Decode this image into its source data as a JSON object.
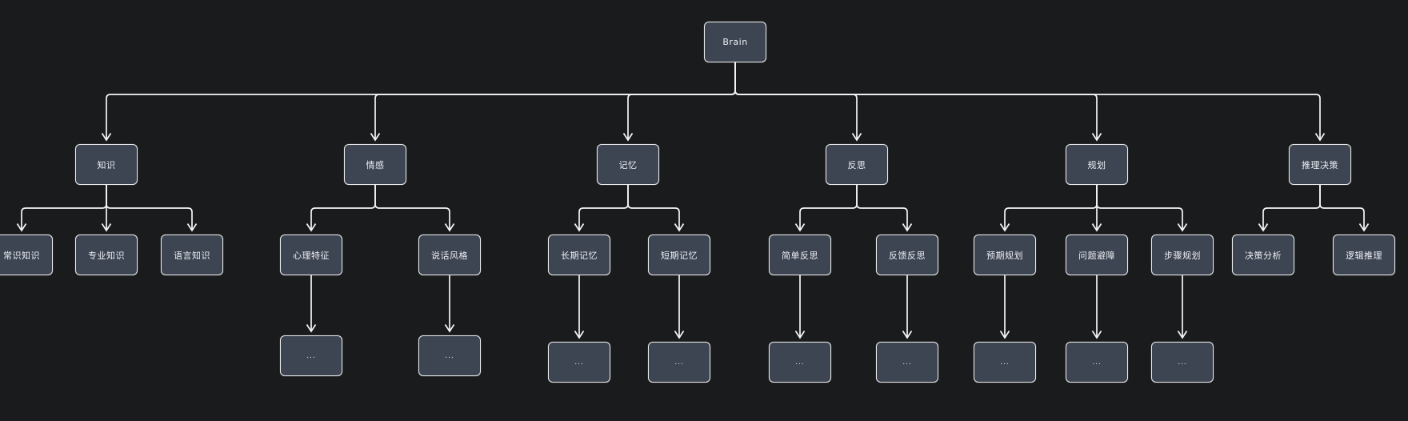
{
  "canvas": {
    "background": "#1a1b1c",
    "node_fill": "#3d4452",
    "node_border": "#ebebeb",
    "node_text_color": "#eceff4",
    "edge_color": "#f5f5f5"
  },
  "tree": {
    "label": "Brain",
    "children": [
      {
        "label": "知识",
        "children": [
          {
            "label": "常识知识",
            "children": []
          },
          {
            "label": "专业知识",
            "children": []
          },
          {
            "label": "语言知识",
            "children": []
          }
        ]
      },
      {
        "label": "情感",
        "children": [
          {
            "label": "心理特征",
            "children": [
              {
                "label": "...",
                "children": []
              }
            ]
          },
          {
            "label": "说话风格",
            "children": [
              {
                "label": "...",
                "children": []
              }
            ]
          }
        ]
      },
      {
        "label": "记忆",
        "children": [
          {
            "label": "长期记忆",
            "children": [
              {
                "label": "...",
                "children": []
              }
            ]
          },
          {
            "label": "短期记忆",
            "children": [
              {
                "label": "...",
                "children": []
              }
            ]
          }
        ]
      },
      {
        "label": "反思",
        "children": [
          {
            "label": "简单反思",
            "children": [
              {
                "label": "...",
                "children": []
              }
            ]
          },
          {
            "label": "反馈反思",
            "children": [
              {
                "label": "...",
                "children": []
              }
            ]
          }
        ]
      },
      {
        "label": "规划",
        "children": [
          {
            "label": "预期规划",
            "children": [
              {
                "label": "...",
                "children": []
              }
            ]
          },
          {
            "label": "问题避障",
            "children": [
              {
                "label": "...",
                "children": []
              }
            ]
          },
          {
            "label": "步骤规划",
            "children": [
              {
                "label": "...",
                "children": []
              }
            ]
          }
        ]
      },
      {
        "label": "推理决策",
        "children": [
          {
            "label": "决策分析",
            "children": []
          },
          {
            "label": "逻辑推理",
            "children": []
          }
        ]
      }
    ]
  }
}
